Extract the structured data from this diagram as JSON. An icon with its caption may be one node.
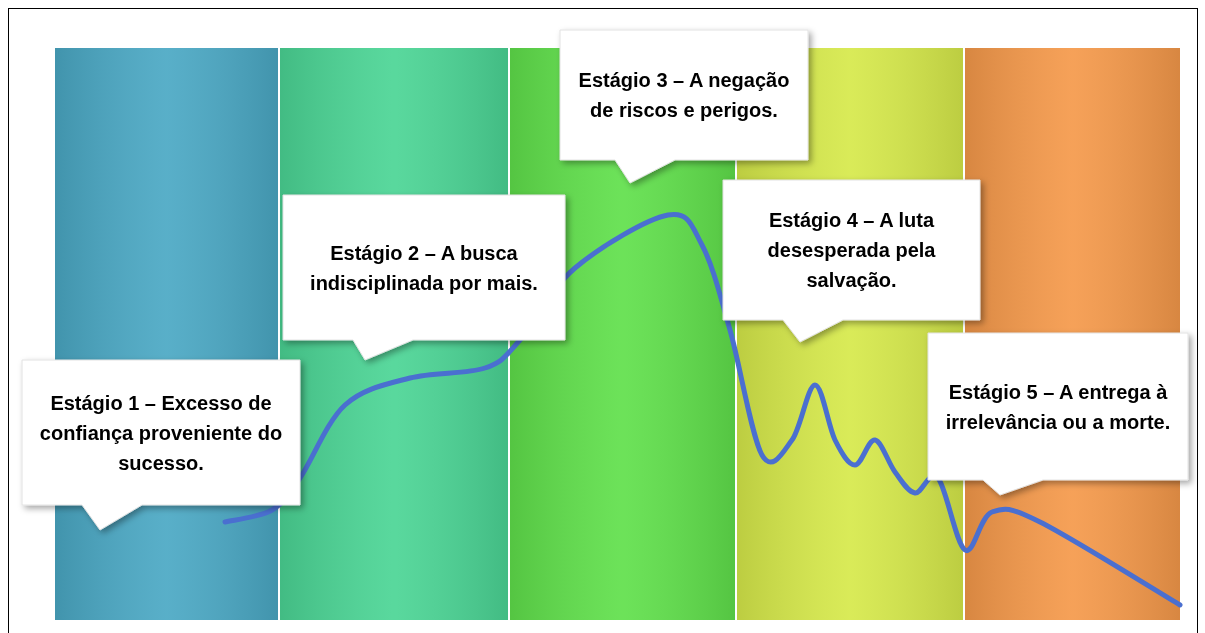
{
  "diagram": {
    "nodes": [
      {
        "text": [
          "Estágio 1 – Excesso de confiança proveniente do sucesso."
        ]
      },
      {
        "text": [
          "Estágio 2 – A busca indisciplinada por mais."
        ]
      },
      {
        "text": [
          "Estágio 3 – A negação de riscos e perigos."
        ]
      },
      {
        "text": [
          "Estágio 4 – A luta desesperada pela salvação."
        ]
      },
      {
        "text": [
          "Estágio 5 – A entrega à irrelevância ou a morte."
        ]
      }
    ]
  }
}
